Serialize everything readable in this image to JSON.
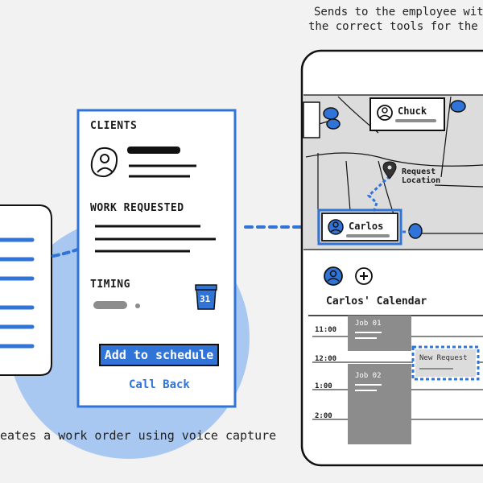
{
  "captions": {
    "top_line1": "Sends to the employee wit",
    "top_line2": "the correct tools for the jo",
    "bottom": "eates a work order using voice capture"
  },
  "work_order": {
    "clients_heading": "CLIENTS",
    "work_requested_heading": "WORK REQUESTED",
    "timing_heading": "TIMING",
    "calendar_icon_number": "31",
    "add_button_label": "Add to schedule",
    "call_back_label": "Call Back"
  },
  "map": {
    "chuck_label": "Chuck",
    "carlos_label": "Carlos",
    "request_location_line1": "Request",
    "request_location_line2": "Location"
  },
  "calendar": {
    "title": "Carlos' Calendar",
    "times": [
      "11:00",
      "12:00",
      "1:00",
      "2:00"
    ],
    "job1": "Job 01",
    "job2": "Job 02",
    "new_request": "New Request"
  },
  "colors": {
    "accent": "#2f74d6",
    "blob": "#a9c8f1",
    "map_bg": "#dcdcdc",
    "job_block": "#8c8c8c"
  },
  "icons": [
    "document-icon",
    "client-avatar-icon",
    "calendar-icon",
    "map-pin-icon",
    "person-icon",
    "add-icon"
  ]
}
